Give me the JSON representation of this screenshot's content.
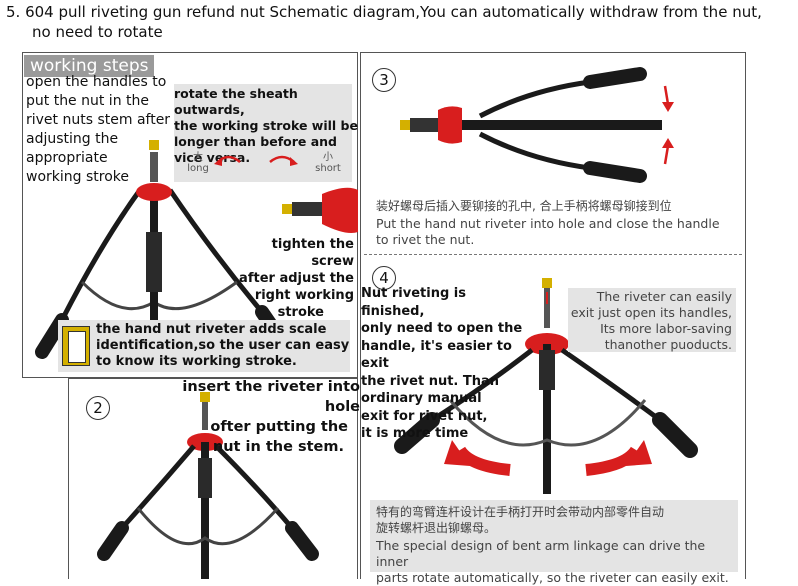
{
  "title_line1": "5.  604 pull riveting gun refund nut Schematic diagram,You can automatically withdraw from the nut,",
  "title_line2": "no need to rotate",
  "panel1": {
    "header": "working steps",
    "text_open": [
      "open the handles to",
      "put the nut in the",
      "rivet nuts stem after",
      "adjusting the",
      "appropriate",
      "working stroke"
    ],
    "text_rotate": [
      "rotate the sheath outwards,",
      "the working stroke will be",
      "longer than before and",
      "vice versa."
    ],
    "long_cn": "大",
    "long_en": "long",
    "short_cn": "小",
    "short_en": "short",
    "text_tighten": [
      "tighten the screw",
      "after adjust the",
      "right working",
      "stroke"
    ],
    "text_scale": [
      "the hand nut riveter adds scale",
      "identification,so the user can easy",
      "to know its working stroke."
    ]
  },
  "panel2": {
    "number": "2",
    "text": [
      "insert the riveter into hole",
      "ofter putting the",
      "nut in the stem."
    ]
  },
  "panel3": {
    "number": "3",
    "cn": "装好螺母后插入要铆接的孔中, 合上手柄将螺母铆接到位",
    "en": [
      "Put the hand nut riveter into hole and close the handle",
      "to rivet the nut."
    ]
  },
  "panel4": {
    "number": "4",
    "text_finished": [
      "Nut riveting is finished,",
      "only need to open the",
      "handle, it's easier to exit",
      "the rivet nut. Than",
      "ordinary manual",
      "exit for rivet nut,",
      "it is more time"
    ],
    "text_easily": [
      "The riveter can easily",
      "exit just open its handles,",
      "Its more labor-saving",
      "thanother puoducts."
    ],
    "cn": [
      "特有的弯臂连杆设计在手柄打开时会带动内部零件自动",
      "旋转螺杆退出铆螺母。"
    ],
    "en": [
      "The special design of bent arm linkage can drive the inner",
      "parts rotate automatically, so the riveter can easily exit."
    ]
  },
  "colors": {
    "accent_red": "#d81e1e",
    "handle_black": "#1a1a1a",
    "grey_box": "#e4e4e4",
    "header_grey": "#9a9a9a"
  }
}
